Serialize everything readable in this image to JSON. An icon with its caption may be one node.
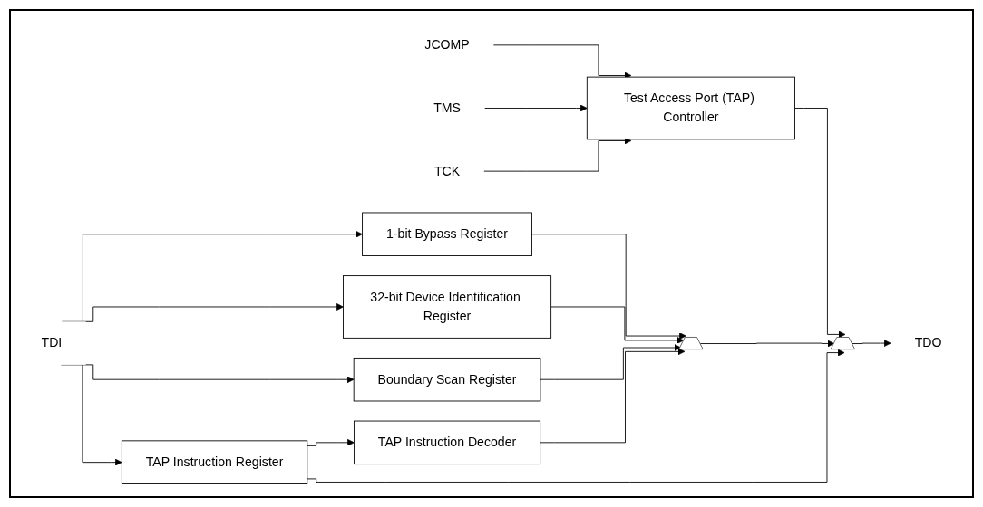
{
  "diagram": {
    "nodes": [
      {
        "text": [
          "JCOMP"
        ]
      },
      {
        "text": [
          "TMS"
        ]
      },
      {
        "text": [
          "TCK"
        ]
      },
      {
        "text": [
          "Test Access Port (TAP) Controller"
        ]
      },
      {
        "text": [
          "TDI"
        ]
      },
      {
        "text": [
          "1-bit Bypass Register"
        ]
      },
      {
        "text": [
          "32-bit Device Identification Register"
        ]
      },
      {
        "text": [
          "Boundary Scan Register"
        ]
      },
      {
        "text": [
          "TAP Instruction Decoder"
        ]
      },
      {
        "text": [
          "TAP Instruction Register"
        ]
      },
      {
        "text": [],
        "shape": "trapezoid"
      },
      {
        "text": [],
        "shape": "trapezoid"
      },
      {
        "text": [
          "TDO"
        ]
      }
    ],
    "edges": [
      {
        "from": 0,
        "to": 3,
        "arrow": "to"
      },
      {
        "from": 1,
        "to": 3,
        "arrow": "to"
      },
      {
        "from": 2,
        "to": 3,
        "arrow": "to"
      },
      {
        "from": 3,
        "to": 11,
        "arrow": "to"
      },
      {
        "from": 4,
        "to": 5,
        "arrow": "to"
      },
      {
        "from": 4,
        "to": 6,
        "arrow": "to"
      },
      {
        "from": 4,
        "to": 7,
        "arrow": "to"
      },
      {
        "from": 4,
        "to": 9,
        "arrow": "to"
      },
      {
        "from": 5,
        "to": 10,
        "arrow": "to"
      },
      {
        "from": 6,
        "to": 10,
        "arrow": "to"
      },
      {
        "from": 7,
        "to": 10,
        "arrow": "to"
      },
      {
        "from": 8,
        "to": 10,
        "arrow": "to"
      },
      {
        "from": 9,
        "to": 8,
        "arrow": "to"
      },
      {
        "from": 10,
        "to": 11,
        "arrow": "to"
      },
      {
        "from": 9,
        "to": 11,
        "arrow": "to"
      },
      {
        "from": 11,
        "to": 12,
        "arrow": "to"
      }
    ]
  }
}
